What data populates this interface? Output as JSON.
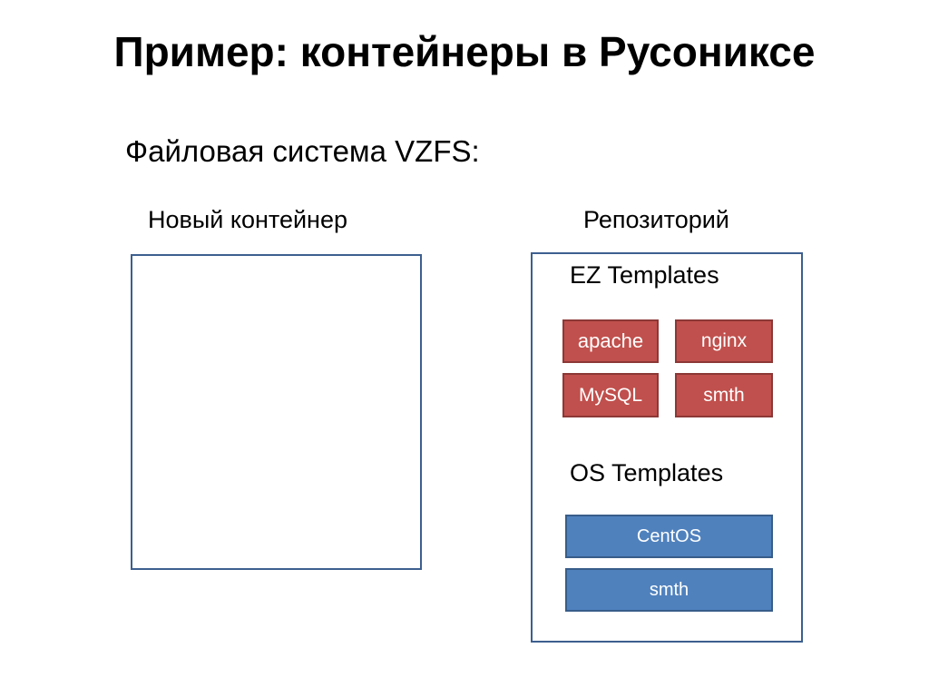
{
  "slide": {
    "title": "Пример: контейнеры в Русониксе",
    "subtitle": "Файловая система VZFS:"
  },
  "new_container": {
    "label": "Новый контейнер"
  },
  "repository": {
    "label": "Репозиторий",
    "ez_templates": {
      "title": "EZ Templates",
      "items": [
        "apache",
        "nginx",
        "MySQL",
        "smth"
      ]
    },
    "os_templates": {
      "title": "OS Templates",
      "items": [
        "CentOS",
        "smth"
      ]
    }
  },
  "colors": {
    "ez_chip_fill": "#c0504d",
    "os_chip_fill": "#4f81bd",
    "panel_border": "#3d5f8f"
  }
}
